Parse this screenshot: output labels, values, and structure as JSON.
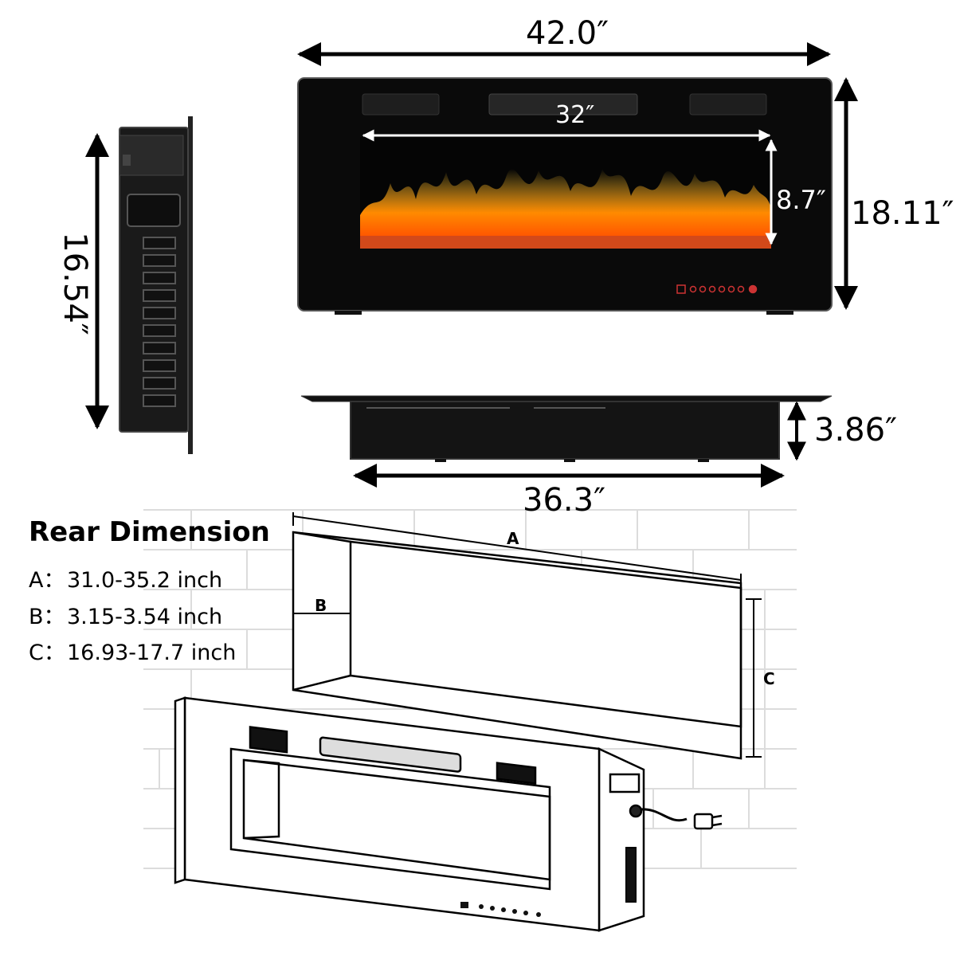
{
  "dimensions": {
    "overall_width": "42.0″",
    "overall_height": "18.11″",
    "side_height": "16.54″",
    "depth": "3.86″",
    "bottom_width": "36.3″",
    "flame_width": "32″",
    "flame_height": "8.7″"
  },
  "rear_dimension": {
    "title": "Rear Dimension",
    "items": [
      {
        "key": "A：",
        "value": "31.0-35.2 inch"
      },
      {
        "key": "B：",
        "value": "3.15-3.54 inch"
      },
      {
        "key": "C：",
        "value": "16.93-17.7 inch"
      }
    ]
  },
  "recess_labels": {
    "a": "A",
    "b": "B",
    "c": "C"
  },
  "colors": {
    "panel_black": "#0a0a0a",
    "frame_gray": "#3a3a3a",
    "flame_orange": "#ff7a00",
    "flame_yellow": "#ffd23a",
    "brick_line": "#d9d9d9"
  }
}
